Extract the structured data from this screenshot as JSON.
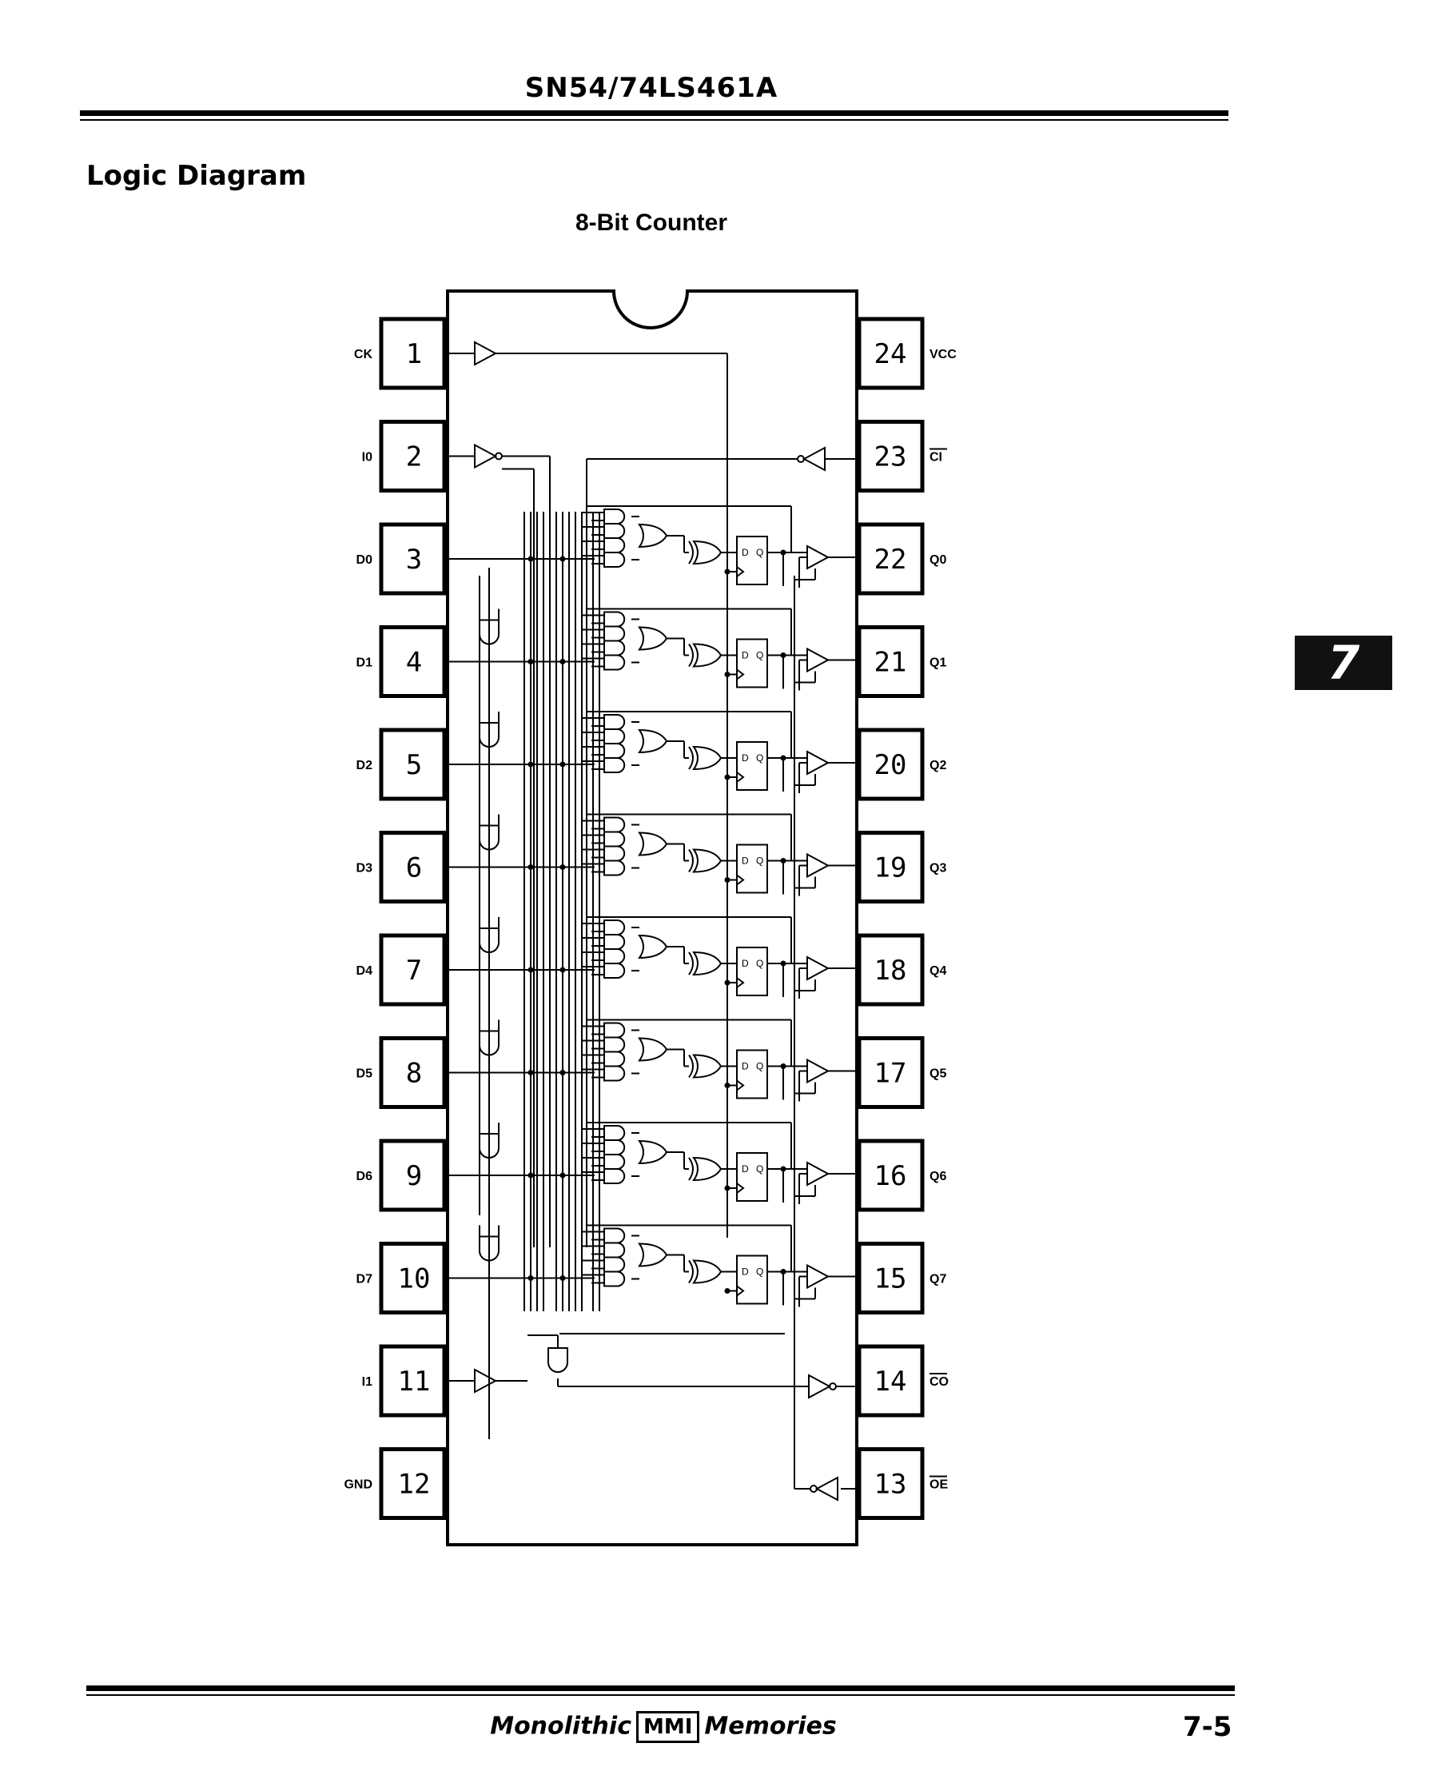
{
  "header": {
    "part_number": "SN54/74LS461A"
  },
  "section": {
    "title": "Logic Diagram"
  },
  "diagram": {
    "subtitle": "8-Bit Counter",
    "left_pins": [
      {
        "num": "1",
        "label": "CK"
      },
      {
        "num": "2",
        "label": "I0"
      },
      {
        "num": "3",
        "label": "D0"
      },
      {
        "num": "4",
        "label": "D1"
      },
      {
        "num": "5",
        "label": "D2"
      },
      {
        "num": "6",
        "label": "D3"
      },
      {
        "num": "7",
        "label": "D4"
      },
      {
        "num": "8",
        "label": "D5"
      },
      {
        "num": "9",
        "label": "D6"
      },
      {
        "num": "10",
        "label": "D7"
      },
      {
        "num": "11",
        "label": "I1"
      },
      {
        "num": "12",
        "label": "GND"
      }
    ],
    "right_pins": [
      {
        "num": "24",
        "label": "VCC"
      },
      {
        "num": "23",
        "label": "CI",
        "overline": true
      },
      {
        "num": "22",
        "label": "Q0"
      },
      {
        "num": "21",
        "label": "Q1"
      },
      {
        "num": "20",
        "label": "Q2"
      },
      {
        "num": "19",
        "label": "Q3"
      },
      {
        "num": "18",
        "label": "Q4"
      },
      {
        "num": "17",
        "label": "Q5"
      },
      {
        "num": "16",
        "label": "Q6"
      },
      {
        "num": "15",
        "label": "Q7"
      },
      {
        "num": "14",
        "label": "CO",
        "overline": true
      },
      {
        "num": "13",
        "label": "OE",
        "overline": true
      }
    ],
    "flipflop_labels": {
      "d": "D",
      "q": "Q"
    }
  },
  "side_tab": {
    "label": "7"
  },
  "footer": {
    "brand_left": "Monolithic",
    "brand_logo": "MMI",
    "brand_right": "Memories",
    "page_number": "7-5"
  }
}
